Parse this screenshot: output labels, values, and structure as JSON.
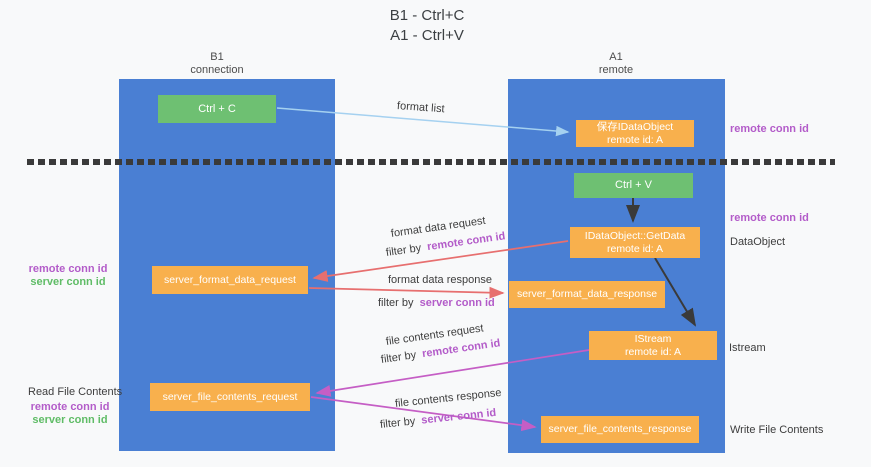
{
  "title": {
    "line1": "B1 - Ctrl+C",
    "line2": "A1 - Ctrl+V"
  },
  "lifelines": {
    "left": {
      "name": "B1",
      "role": "connection"
    },
    "right": {
      "name": "A1",
      "role": "remote"
    }
  },
  "boxes": {
    "ctrl_c": {
      "label": "Ctrl + C"
    },
    "save_idataobject": {
      "line1": "保存IDataObject",
      "line2": "remote id: A"
    },
    "ctrl_v": {
      "label": "Ctrl + V"
    },
    "getdata": {
      "line1": "IDataObject::GetData",
      "line2": "remote id: A"
    },
    "format_request": {
      "label": "server_format_data_request"
    },
    "format_response": {
      "label": "server_format_data_response"
    },
    "istream": {
      "line1": "IStream",
      "line2": "remote id: A"
    },
    "file_request": {
      "label": "server_file_contents_request"
    },
    "file_response": {
      "label": "server_file_contents_response"
    }
  },
  "annotations": {
    "remote_conn_id_top": "remote conn id",
    "remote_conn_id_mid": "remote conn id",
    "dataobject": "DataObject",
    "istream": "Istream",
    "write_file_contents": "Write File Contents",
    "read_file_contents": "Read File Contents",
    "mid_left": {
      "remote": "remote conn id",
      "server": "server conn id"
    },
    "bottom_left": {
      "remote": "remote conn id",
      "server": "server conn id"
    }
  },
  "arrow_labels": {
    "format_list": "format list",
    "format_data_request": {
      "text": "format data request",
      "filter": "filter by",
      "key": "remote conn id"
    },
    "format_data_response": {
      "text": "format data response",
      "filter": "filter by",
      "key": "server conn id"
    },
    "file_contents_request": {
      "text": "file contents request",
      "filter": "filter by",
      "key": "remote conn id"
    },
    "file_contents_response": {
      "text": "file contents response",
      "filter": "filter by",
      "key": "server conn id"
    }
  },
  "colors": {
    "lane_blue": "#4a7fd3",
    "box_green": "#6ec072",
    "box_orange": "#f8b04d",
    "text_purple": "#b35cc9",
    "text_green": "#5fbc66",
    "arrow_light_blue": "#a5d1f0",
    "arrow_red": "#e76f6f",
    "arrow_magenta": "#c55ec5",
    "arrow_black": "#3a3a3a"
  }
}
